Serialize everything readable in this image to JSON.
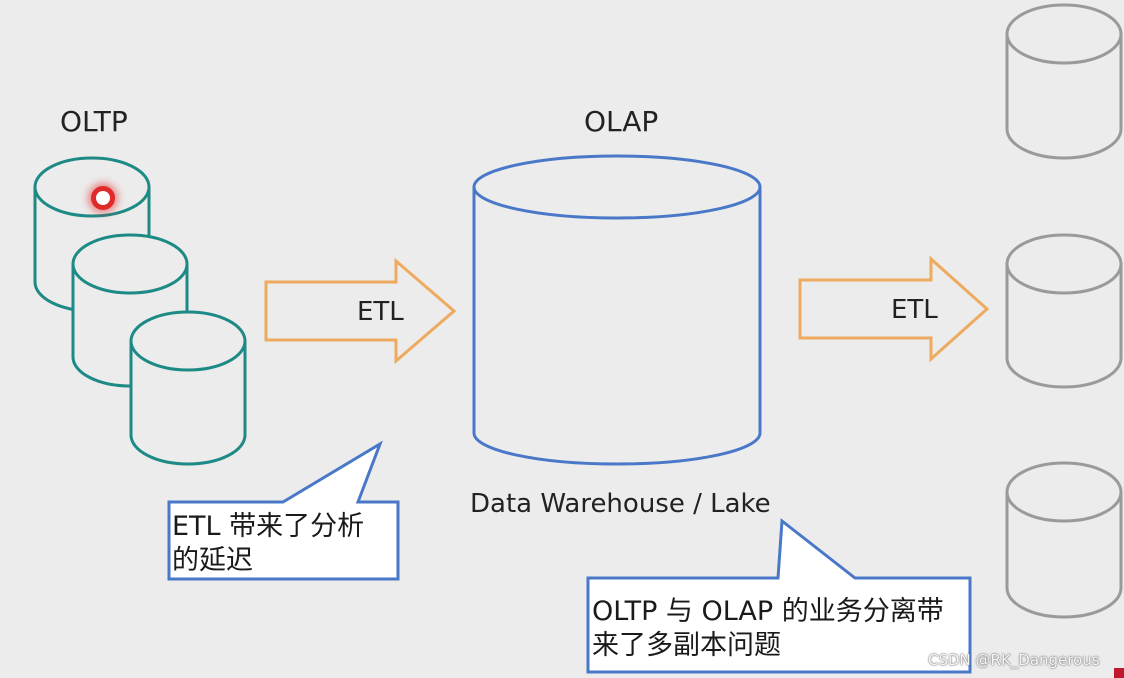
{
  "labels": {
    "oltp": "OLTP",
    "olap": "OLAP",
    "etl_left": "ETL",
    "etl_right": "ETL",
    "warehouse": "Data Warehouse / Lake"
  },
  "callouts": {
    "etl_delay_line1": "ETL 带来了分析",
    "etl_delay_line2": "的延迟",
    "separation_line1": "OLTP 与 OLAP 的业务分离带",
    "separation_line2": "来了多副本问题"
  },
  "watermark": "CSDN @RK_Dangerous",
  "colors": {
    "background": "#ececec",
    "oltp_db": "#1e8a86",
    "olap_db": "#4a78c8",
    "replica_db": "#9a9a9a",
    "arrow": "#eeaa5e",
    "callout_border": "#4a78c8",
    "cursor": "#e02a2a"
  },
  "icons": {
    "oltp_db": "cylinder-database-icon",
    "olap_db": "cylinder-database-icon",
    "replica_db": "cylinder-database-icon",
    "etl_arrow": "right-arrow-icon",
    "cursor": "pointer-highlight-icon"
  }
}
